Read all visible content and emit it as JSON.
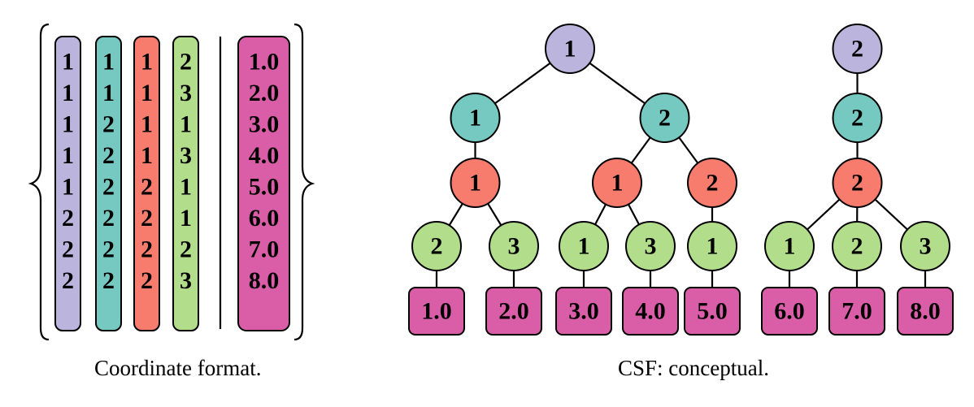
{
  "colors": {
    "level1": "#bbb4dc",
    "level2": "#76c9c1",
    "level3": "#f77c6d",
    "level4": "#b2dd8b",
    "value": "#d95ea7",
    "stroke": "#000000"
  },
  "coordinate_format": {
    "columns": [
      [
        "1",
        "1",
        "1",
        "1",
        "1",
        "2",
        "2",
        "2"
      ],
      [
        "1",
        "1",
        "2",
        "2",
        "2",
        "2",
        "2",
        "2"
      ],
      [
        "1",
        "1",
        "1",
        "1",
        "2",
        "2",
        "2",
        "2"
      ],
      [
        "2",
        "3",
        "1",
        "3",
        "1",
        "1",
        "2",
        "3"
      ]
    ],
    "values": [
      "1.0",
      "2.0",
      "3.0",
      "4.0",
      "5.0",
      "6.0",
      "7.0",
      "8.0"
    ],
    "caption": "Coordinate format."
  },
  "csf": {
    "trees": [
      {
        "label": "1",
        "children": [
          {
            "label": "1",
            "children": [
              {
                "label": "1",
                "children": [
                  {
                    "label": "2",
                    "value": "1.0"
                  },
                  {
                    "label": "3",
                    "value": "2.0"
                  }
                ]
              }
            ]
          },
          {
            "label": "2",
            "children": [
              {
                "label": "1",
                "children": [
                  {
                    "label": "1",
                    "value": "3.0"
                  },
                  {
                    "label": "3",
                    "value": "4.0"
                  }
                ]
              },
              {
                "label": "2",
                "children": [
                  {
                    "label": "1",
                    "value": "5.0"
                  }
                ]
              }
            ]
          }
        ]
      },
      {
        "label": "2",
        "children": [
          {
            "label": "2",
            "children": [
              {
                "label": "2",
                "children": [
                  {
                    "label": "1",
                    "value": "6.0"
                  },
                  {
                    "label": "2",
                    "value": "7.0"
                  },
                  {
                    "label": "3",
                    "value": "8.0"
                  }
                ]
              }
            ]
          }
        ]
      }
    ],
    "caption": "CSF: conceptual."
  }
}
